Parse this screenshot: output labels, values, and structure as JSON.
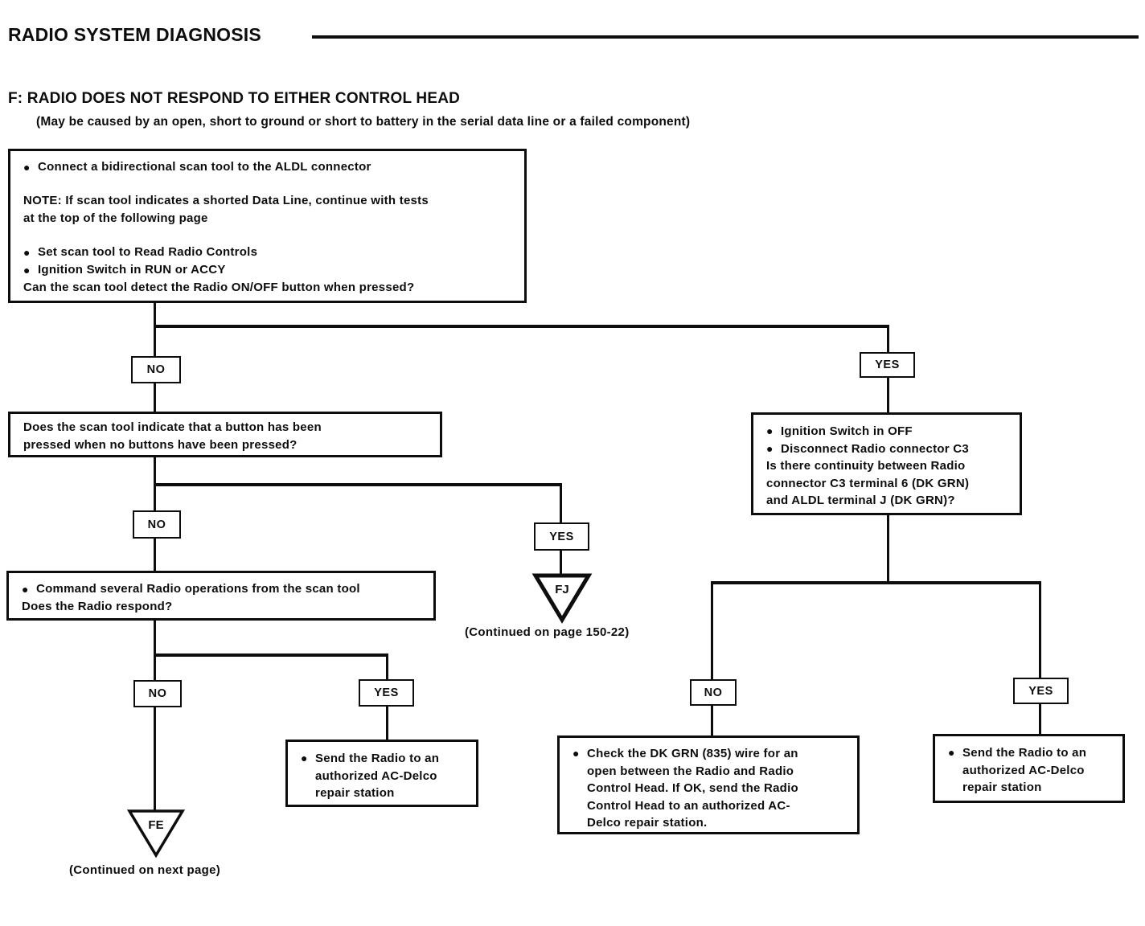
{
  "glyphs": {
    "bullet": "●"
  },
  "header": {
    "title": "RADIO SYSTEM DIAGNOSIS",
    "heading": "F:  RADIO DOES NOT RESPOND TO EITHER CONTROL HEAD",
    "subheading": "(May be caused by an open, short to ground or short to battery in the serial data line or a failed component)"
  },
  "flow": {
    "labels": {
      "no": "NO",
      "yes": "YES"
    },
    "start_box": {
      "lines": [
        {
          "bullet": true,
          "text": "Connect a bidirectional scan tool to the ALDL connector"
        },
        {
          "gap": true,
          "text": "NOTE: If scan tool indicates a shorted Data Line, continue with tests"
        },
        {
          "text": "at the top of the following page"
        },
        {
          "gap": true,
          "bullet": true,
          "text": "Set scan tool to Read Radio Controls"
        },
        {
          "bullet": true,
          "text": "Ignition Switch in RUN or ACCY"
        },
        {
          "text": "Can the scan tool detect the Radio ON/OFF button when pressed?"
        }
      ]
    },
    "button_pressed_box": {
      "lines": [
        {
          "text": "Does the scan tool indicate that a button has been"
        },
        {
          "text": "pressed when no buttons have been pressed?"
        }
      ]
    },
    "command_ops_box": {
      "lines": [
        {
          "bullet": true,
          "text": "Command several Radio operations from the scan tool"
        },
        {
          "text": "Does the Radio respond?"
        }
      ]
    },
    "send_radio_left_box": {
      "lines": [
        {
          "bullet": true,
          "text": "Send the Radio to an"
        },
        {
          "indent": true,
          "text": "authorized AC-Delco"
        },
        {
          "indent": true,
          "text": "repair station"
        }
      ]
    },
    "ignition_off_box": {
      "lines": [
        {
          "bullet": true,
          "text": "Ignition Switch in OFF"
        },
        {
          "bullet": true,
          "text": "Disconnect Radio connector C3"
        },
        {
          "text": "Is there continuity between Radio"
        },
        {
          "text": "connector C3 terminal 6 (DK GRN)"
        },
        {
          "text": "and ALDL terminal J (DK GRN)?"
        }
      ]
    },
    "check_wire_box": {
      "lines": [
        {
          "bullet": true,
          "text": "Check the DK GRN (835) wire for an"
        },
        {
          "indent": true,
          "text": "open between the Radio and Radio"
        },
        {
          "indent": true,
          "text": "Control Head. If OK, send the Radio"
        },
        {
          "indent": true,
          "text": "Control Head to an authorized AC-"
        },
        {
          "indent": true,
          "text": "Delco repair station."
        }
      ]
    },
    "send_radio_right_box": {
      "lines": [
        {
          "bullet": true,
          "text": "Send the Radio to an"
        },
        {
          "indent": true,
          "text": "authorized AC-Delco"
        },
        {
          "indent": true,
          "text": "repair station"
        }
      ]
    },
    "fj": {
      "label": "FJ",
      "caption": "(Continued on page 150-22)"
    },
    "fe": {
      "label": "FE",
      "caption": "(Continued on next page)"
    }
  }
}
